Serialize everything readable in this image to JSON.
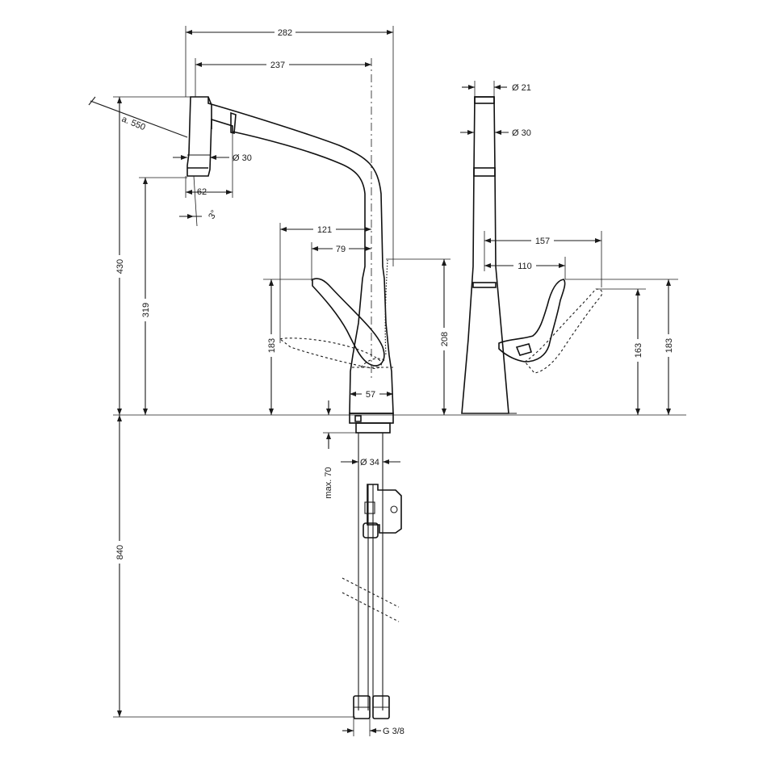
{
  "dimensions": {
    "total_width": "282",
    "spout_reach": "237",
    "spray_angle": "a. 550",
    "head_diameter": "Ø 30",
    "head_offset": "62",
    "tilt": "3°",
    "lever_reach": "121",
    "lever_offset": "79",
    "total_height": "430",
    "head_height": "319",
    "lever_height_front": "183",
    "body_height": "208",
    "base_width": "57",
    "max_thickness": "max. 70",
    "shank_diameter": "Ø 34",
    "hose_length": "840",
    "thread": "G 3/8",
    "side_top_diameter": "Ø 21",
    "side_head_diameter": "Ø 30",
    "side_lever_reach": "157",
    "side_lever_offset": "110",
    "side_lever_low": "163",
    "side_lever_high": "183"
  }
}
